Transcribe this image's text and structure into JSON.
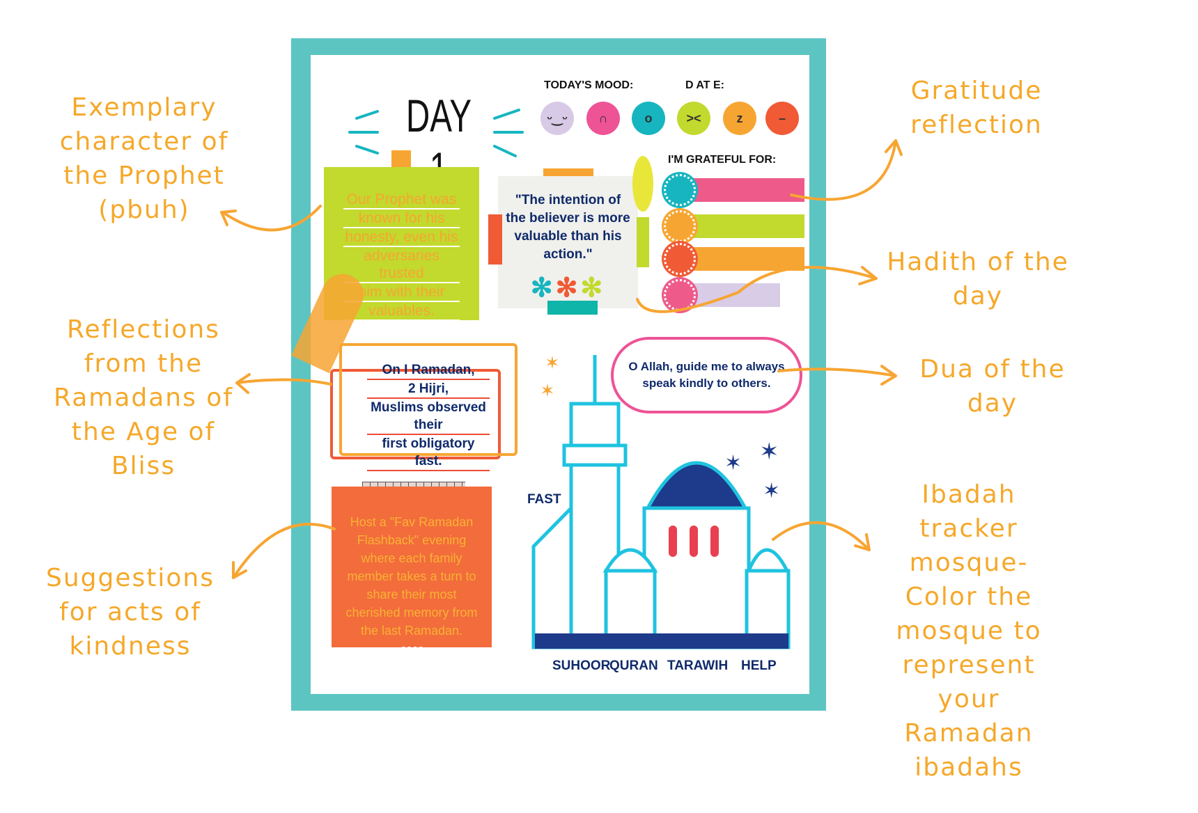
{
  "annotations": {
    "left": [
      "Exemplary character of the Prophet (pbuh)",
      "Reflections from the Ramadans of the Age of Bliss",
      "Suggestions for acts of kindness"
    ],
    "right": [
      "Gratitude reflection",
      "Hadith of the day",
      "Dua of the day",
      "Ibadah tracker mosque- Color the mosque to represent your Ramadan ibadahs"
    ]
  },
  "sheet": {
    "day_title": "DAY 1",
    "mood_label": "TODAY'S MOOD:",
    "date_label": "D AT E:",
    "moods": [
      {
        "name": "happy",
        "color": "#D8C9E6",
        "face": "ᵕ‿ᵕ"
      },
      {
        "name": "sad",
        "color": "#EE5396",
        "face": "∩"
      },
      {
        "name": "surprised",
        "color": "#16B5C0",
        "face": "o"
      },
      {
        "name": "angry",
        "color": "#C2D92E",
        "face": "><"
      },
      {
        "name": "sleepy",
        "color": "#F7A532",
        "face": "z"
      },
      {
        "name": "upset",
        "color": "#F05A35",
        "face": "–"
      }
    ],
    "character_note": [
      "Our Prophet was",
      "known for his",
      "honesty, even his",
      "adversaries trusted",
      "him with their",
      "valuables."
    ],
    "hadith": "\"The intention of the believer is more valuable than his action.\"",
    "grateful_label": "I'M GRATEFUL FOR:",
    "grateful_colors": [
      [
        "#16B5C0",
        "#EE5A8A"
      ],
      [
        "#F7A532",
        "#C2D92E"
      ],
      [
        "#F05A35",
        "#F7A532"
      ],
      [
        "#EE5A8A",
        "#D8CCE6"
      ]
    ],
    "ramadan_note": [
      "On I Ramadan,",
      "2 Hijri,",
      "Muslims observed their",
      "first obligatory fast."
    ],
    "kindness": "Host a \"Fav Ramadan Flashback\" evening where each family member takes a turn to share their most cherished memory from the last Ramadan.",
    "dua": "O Allah, guide me to always speak kindly to others.",
    "tracker": {
      "fast": "FAST",
      "suhoor": "SUHOOR",
      "quran": "QURAN",
      "tarawih": "TARAWIH",
      "help": "HELP"
    }
  }
}
